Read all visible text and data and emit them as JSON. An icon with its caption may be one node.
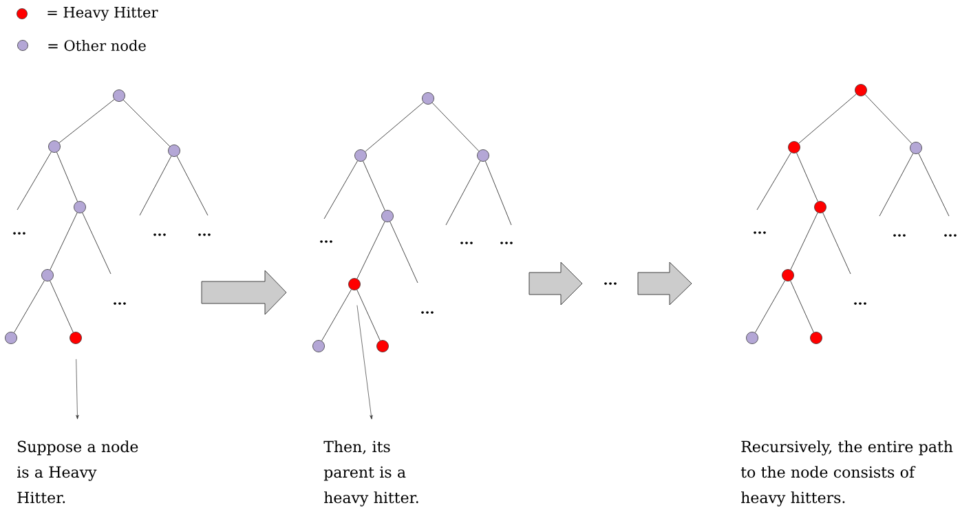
{
  "diagram": {
    "nodes": [
      {
        "text": [],
        "shape": "circle"
      },
      {
        "text": [],
        "shape": "circle"
      },
      {
        "text": [],
        "shape": "circle"
      },
      {
        "text": [],
        "shape": "circle"
      },
      {
        "text": [],
        "shape": "circle"
      },
      {
        "text": [],
        "shape": "circle"
      },
      {
        "text": [],
        "shape": "circle"
      },
      {
        "text": [
          "Suppose a node is a Heavy Hitter."
        ]
      },
      {
        "text": [],
        "shape": "circle"
      },
      {
        "text": [],
        "shape": "circle"
      },
      {
        "text": [],
        "shape": "circle"
      },
      {
        "text": [],
        "shape": "circle"
      },
      {
        "text": [],
        "shape": "circle"
      },
      {
        "text": [],
        "shape": "circle"
      },
      {
        "text": [],
        "shape": "circle"
      },
      {
        "text": [
          "Then, its parent is a heavy hitter."
        ]
      },
      {
        "text": [],
        "shape": "circle"
      },
      {
        "text": [],
        "shape": "circle"
      },
      {
        "text": [],
        "shape": "circle"
      },
      {
        "text": [],
        "shape": "circle"
      },
      {
        "text": [],
        "shape": "circle"
      },
      {
        "text": [],
        "shape": "circle"
      },
      {
        "text": [],
        "shape": "circle"
      }
    ],
    "edges": [
      {
        "from": 0,
        "to": 1,
        "arrow": "none"
      },
      {
        "from": 0,
        "to": 2,
        "arrow": "none"
      },
      {
        "from": 1,
        "to": 3,
        "arrow": "none"
      },
      {
        "from": 3,
        "to": 4,
        "arrow": "none"
      },
      {
        "from": 4,
        "to": 5,
        "arrow": "none"
      },
      {
        "from": 4,
        "to": 6,
        "arrow": "none"
      },
      {
        "from": 1,
        "to": null,
        "arrow": "none"
      },
      {
        "from": 2,
        "to": null,
        "arrow": "none"
      },
      {
        "from": 2,
        "to": null,
        "arrow": "none"
      },
      {
        "from": 3,
        "to": null,
        "arrow": "none"
      },
      {
        "from": 6,
        "to": 7,
        "arrow": "to"
      },
      {
        "from": 8,
        "to": 9,
        "arrow": "none"
      },
      {
        "from": 8,
        "to": 10,
        "arrow": "none"
      },
      {
        "from": 9,
        "to": 11,
        "arrow": "none"
      },
      {
        "from": 11,
        "to": 12,
        "arrow": "none"
      },
      {
        "from": 12,
        "to": 13,
        "arrow": "none"
      },
      {
        "from": 12,
        "to": 14,
        "arrow": "none"
      },
      {
        "from": 9,
        "to": null,
        "arrow": "none"
      },
      {
        "from": 10,
        "to": null,
        "arrow": "none"
      },
      {
        "from": 10,
        "to": null,
        "arrow": "none"
      },
      {
        "from": 11,
        "to": null,
        "arrow": "none"
      },
      {
        "from": 12,
        "to": 15,
        "arrow": "to"
      },
      {
        "from": 16,
        "to": 17,
        "arrow": "none"
      },
      {
        "from": 16,
        "to": 18,
        "arrow": "none"
      },
      {
        "from": 17,
        "to": 19,
        "arrow": "none"
      },
      {
        "from": 19,
        "to": 20,
        "arrow": "none"
      },
      {
        "from": 20,
        "to": 21,
        "arrow": "none"
      },
      {
        "from": 20,
        "to": 22,
        "arrow": "none"
      },
      {
        "from": 17,
        "to": null,
        "arrow": "none"
      },
      {
        "from": 18,
        "to": null,
        "arrow": "none"
      },
      {
        "from": 18,
        "to": null,
        "arrow": "none"
      },
      {
        "from": 19,
        "to": null,
        "arrow": "none"
      }
    ],
    "labels": [
      "...",
      "...",
      "...",
      "...",
      "...",
      "...",
      "...",
      "...",
      "...",
      "...",
      "...",
      "...",
      "...",
      "Recursively, the entire path to the node consists of heavy hitters."
    ],
    "legend": [
      {
        "text": "= Heavy Hitter",
        "color": "#ff0000"
      },
      {
        "text": "= Other node",
        "color": "#b4a7d6"
      }
    ]
  }
}
